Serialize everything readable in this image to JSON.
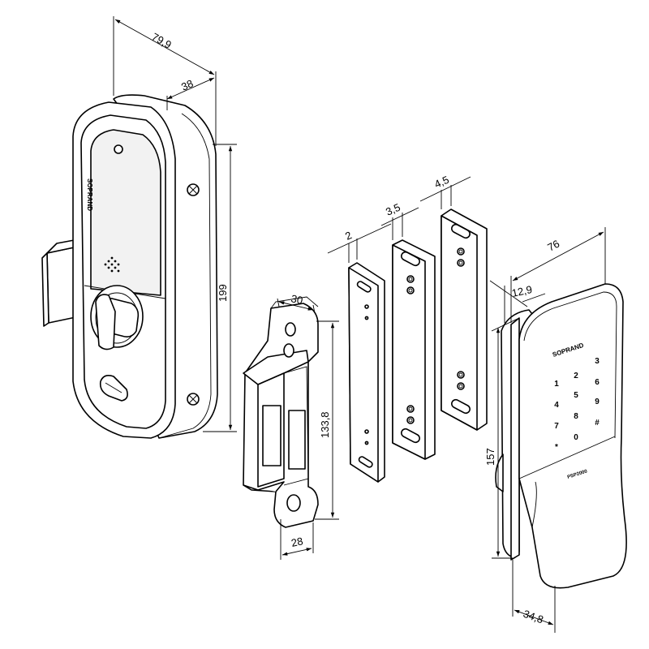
{
  "brand": "SOPRAND",
  "model_label": "PSP2000",
  "keypad": [
    "1",
    "2",
    "3",
    "4",
    "5",
    "6",
    "7",
    "8",
    "9",
    "*",
    "0",
    "#"
  ],
  "dimensions": {
    "lock_width": "79,9",
    "lock_depth": "38",
    "lock_height": "199",
    "strike_width": "30",
    "strike_height": "133,8",
    "strike_base": "28",
    "spacer_2": "2",
    "spacer_3_5": "3,5",
    "spacer_4_5": "4,5",
    "keypad_width": "76",
    "keypad_depth": "12,9",
    "keypad_height": "157",
    "keypad_thickness": "34,8"
  }
}
